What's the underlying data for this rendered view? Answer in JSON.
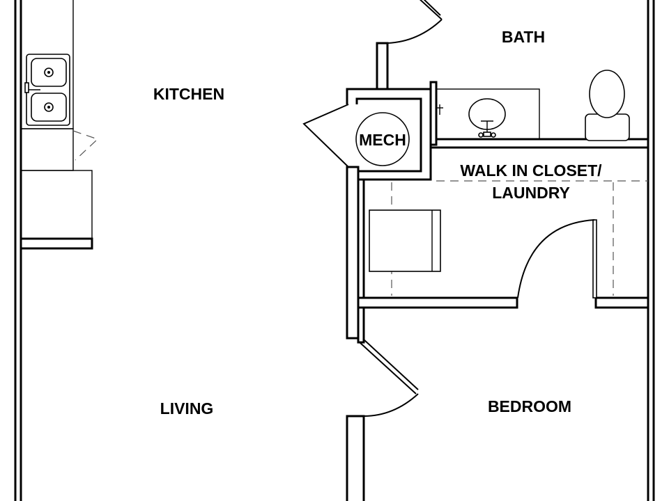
{
  "rooms": {
    "kitchen": "KITCHEN",
    "bath": "BATH",
    "mech": "MECH",
    "closet_line1": "WALK IN CLOSET/",
    "closet_line2": "LAUNDRY",
    "living": "LIVING",
    "bedroom": "BEDROOM"
  },
  "colors": {
    "wall": "#000000",
    "background": "#ffffff",
    "dashed_line": "#555555"
  }
}
